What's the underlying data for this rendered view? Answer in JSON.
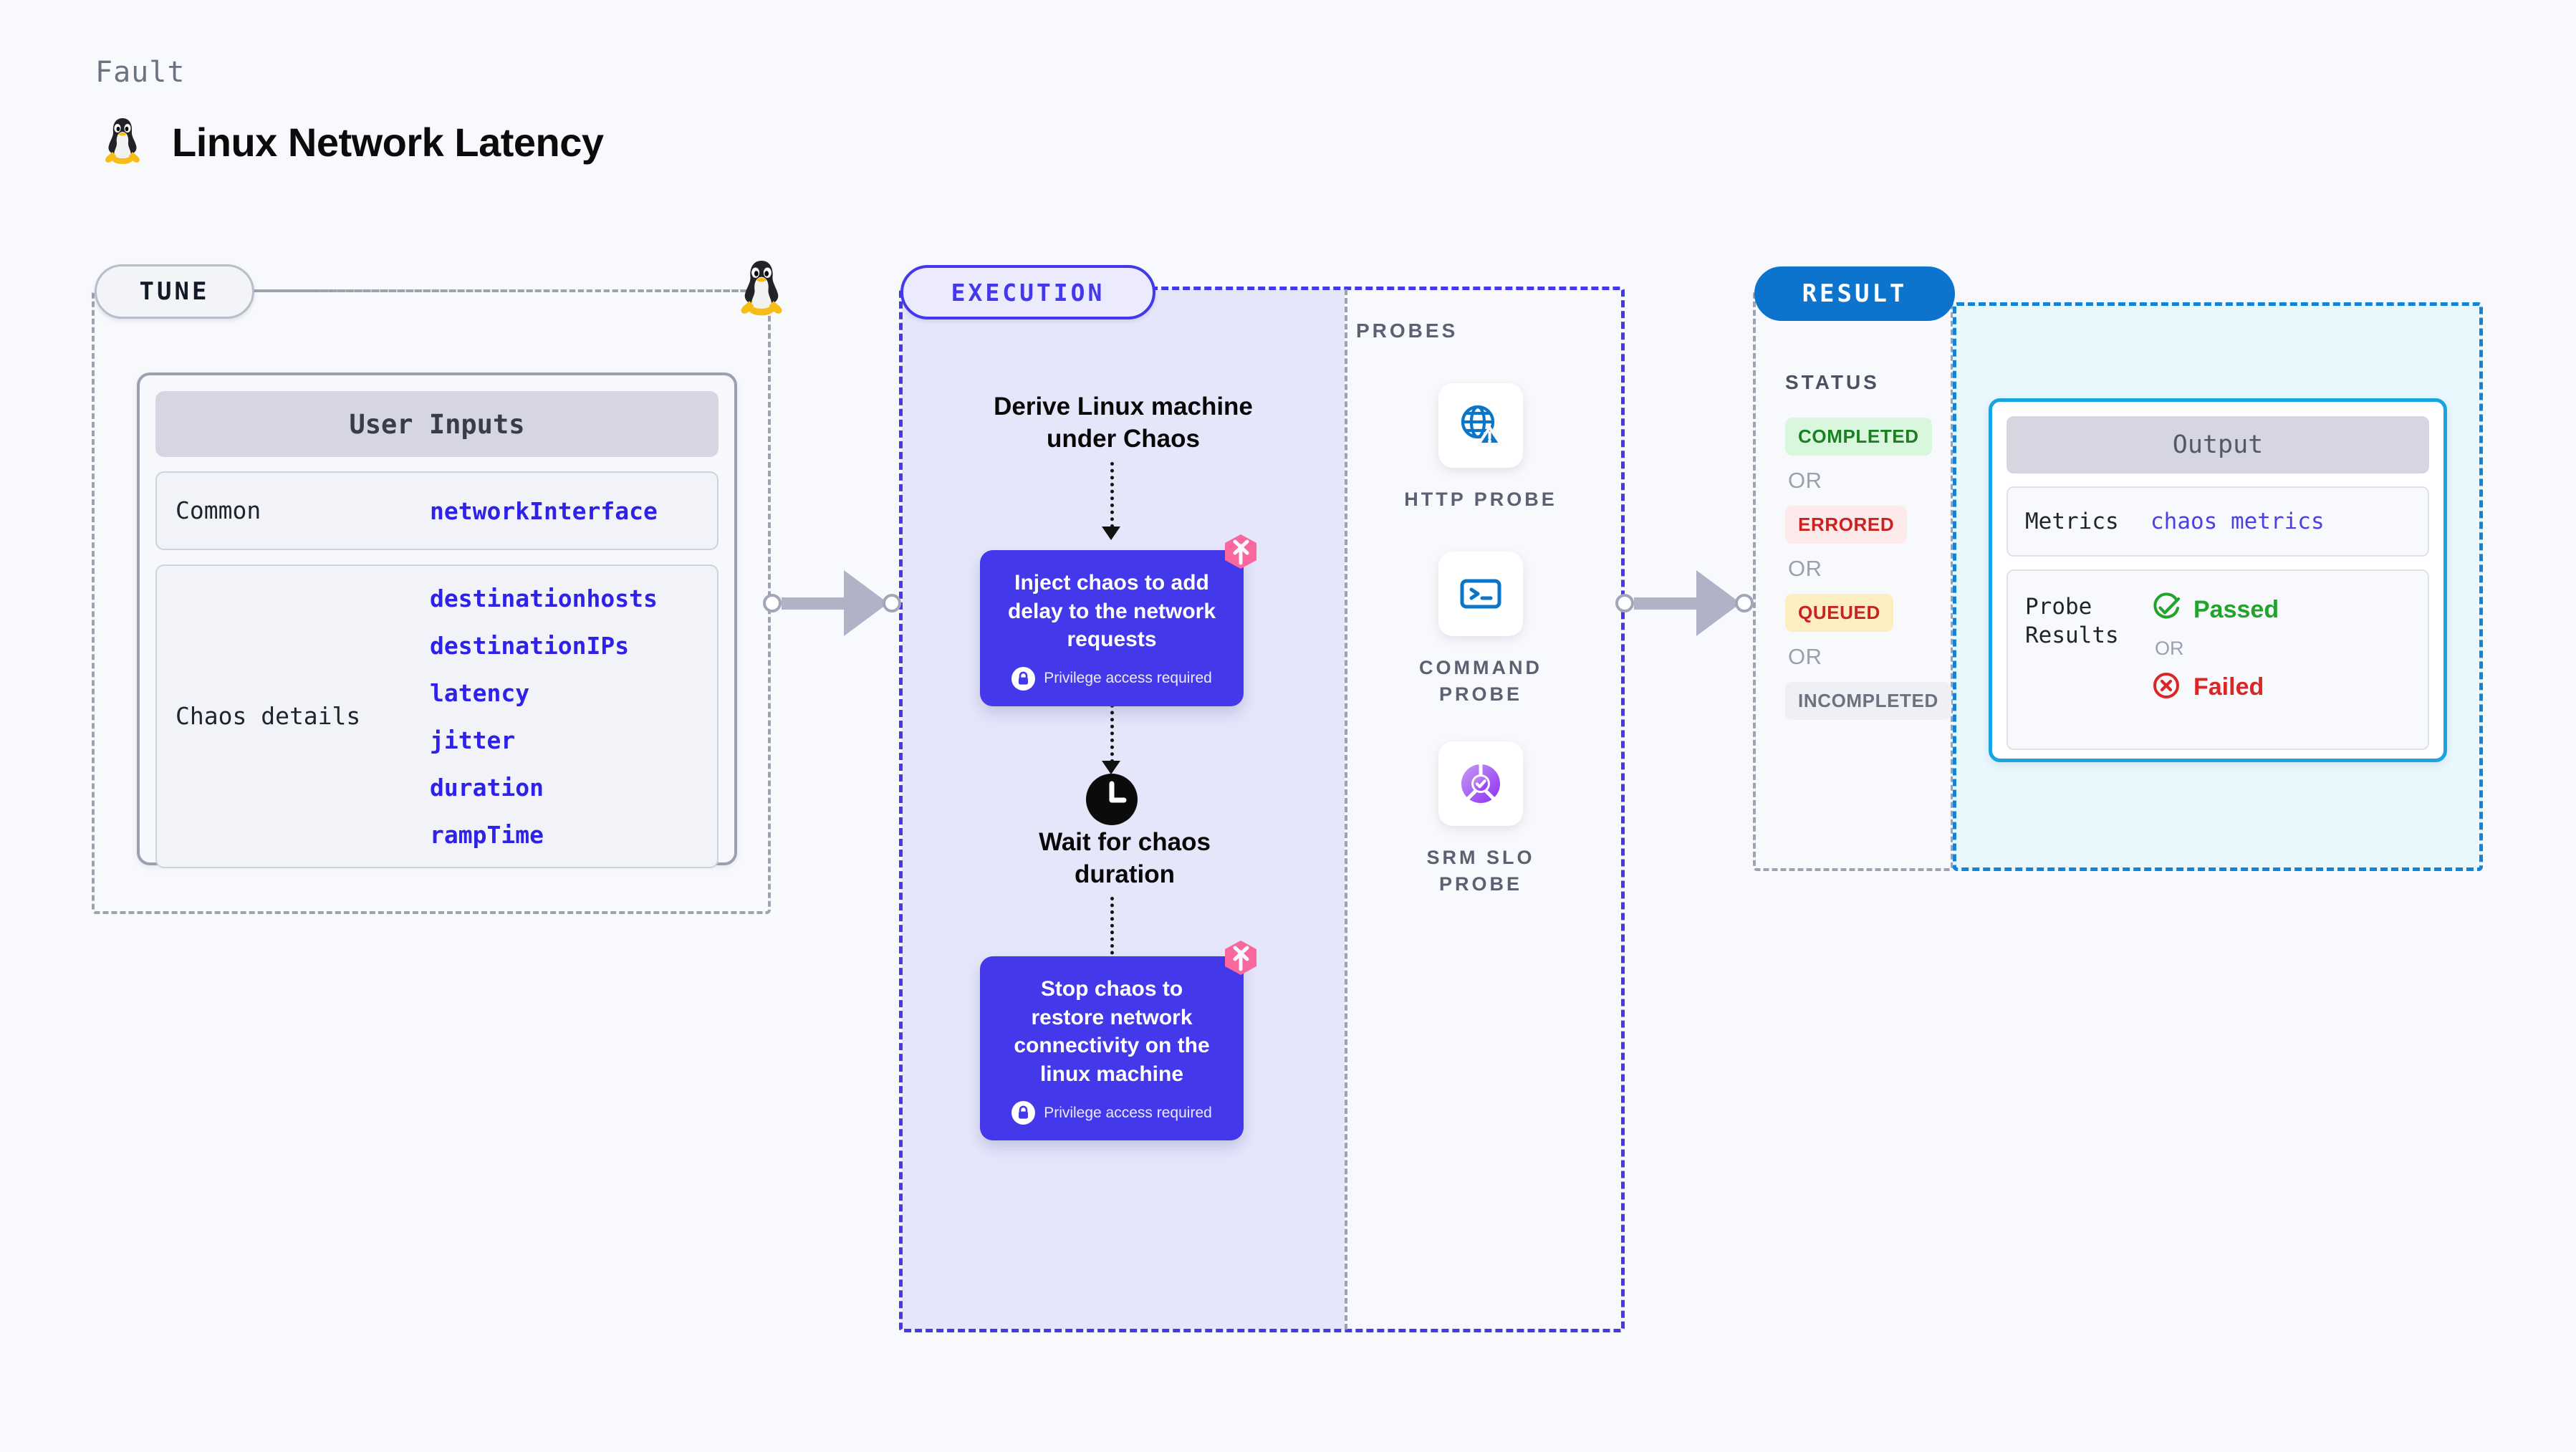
{
  "header": {
    "kicker": "Fault",
    "title": "Linux Network Latency",
    "icon": "linux-penguin-icon"
  },
  "tune": {
    "pill_label": "TUNE",
    "edge_icon": "linux-penguin-icon",
    "card": {
      "title": "User Inputs",
      "rows": [
        {
          "label": "Common",
          "values": [
            "networkInterface"
          ]
        },
        {
          "label": "Chaos details",
          "values": [
            "destinationhosts",
            "destinationIPs",
            "latency",
            "jitter",
            "duration",
            "rampTime"
          ]
        }
      ]
    }
  },
  "execution": {
    "pill_label": "EXECUTION",
    "steps": [
      {
        "type": "text",
        "label": "Derive Linux machine under Chaos"
      },
      {
        "type": "card",
        "label": "Inject chaos to add delay to the network requests",
        "privilege": "Privilege access required",
        "badge": "harness-icon"
      },
      {
        "type": "wait",
        "label": "Wait for chaos duration",
        "icon": "clock-icon"
      },
      {
        "type": "card",
        "label": "Stop chaos to restore network connectivity on the linux machine",
        "privilege": "Privilege access required",
        "badge": "harness-icon"
      }
    ]
  },
  "probes": {
    "title": "PROBES",
    "items": [
      {
        "label": "HTTP PROBE",
        "icon": "globe-warning-icon"
      },
      {
        "label": "COMMAND PROBE",
        "icon": "terminal-icon"
      },
      {
        "label": "SRM SLO PROBE",
        "icon": "slo-donut-check-icon"
      }
    ]
  },
  "result": {
    "pill_label": "RESULT",
    "status_title": "STATUS",
    "or_label": "OR",
    "statuses": [
      {
        "label": "COMPLETED",
        "bg": "#d9f7dc",
        "fg": "#1a8024"
      },
      {
        "label": "ERRORED",
        "bg": "#fdeaea",
        "fg": "#cf2020"
      },
      {
        "label": "QUEUED",
        "bg": "#fdeec2",
        "fg": "#c92222"
      },
      {
        "label": "INCOMPLETED",
        "bg": "#eef0f5",
        "fg": "#6b7280"
      }
    ],
    "output": {
      "title": "Output",
      "metrics_label": "Metrics",
      "metrics_value": "chaos metrics",
      "probe_label": "Probe Results",
      "passed_label": "Passed",
      "failed_label": "Failed",
      "or_label": "OR",
      "passed_icon": "check-circle-icon",
      "failed_icon": "x-circle-icon"
    }
  },
  "colors": {
    "background": "#f8f9fc",
    "accent_purple": "#4338ea",
    "accent_blue": "#0d74ce",
    "accent_cyan": "#18a4e0",
    "value_blue": "#2f22e8",
    "pink_badge": "#f9679d",
    "passed_green": "#22a32b",
    "failed_red": "#dc2626"
  }
}
